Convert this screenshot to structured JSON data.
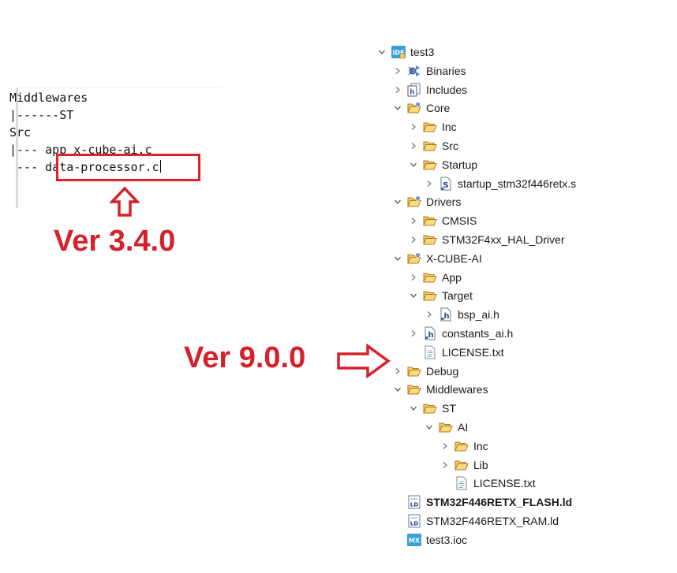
{
  "code_snippet": {
    "lines": [
      "Middlewares",
      "|------ST",
      "Src",
      "|--- app x-cube-ai.c",
      " --- data-processor.c"
    ],
    "line5_prefix": " --- ",
    "line5_highlight": "data-processor.c"
  },
  "annotations": {
    "left_version": "Ver 3.4.0",
    "right_version": "Ver 9.0.0",
    "accent_color": "#d6202a"
  },
  "tree": [
    {
      "label": "test3",
      "icon": "ide-project-icon",
      "chevron": "down"
    },
    {
      "label": "Binaries",
      "icon": "binaries-icon",
      "chevron": "right"
    },
    {
      "label": "Includes",
      "icon": "includes-icon",
      "chevron": "right"
    },
    {
      "label": "Core",
      "icon": "source-folder-icon",
      "chevron": "down"
    },
    {
      "label": "Inc",
      "icon": "folder-icon",
      "chevron": "right"
    },
    {
      "label": "Src",
      "icon": "folder-icon",
      "chevron": "right"
    },
    {
      "label": "Startup",
      "icon": "folder-icon",
      "chevron": "down"
    },
    {
      "label": "startup_stm32f446retx.s",
      "icon": "asm-file-icon",
      "chevron": "right"
    },
    {
      "label": "Drivers",
      "icon": "source-folder-icon",
      "chevron": "down"
    },
    {
      "label": "CMSIS",
      "icon": "folder-icon",
      "chevron": "right"
    },
    {
      "label": "STM32F4xx_HAL_Driver",
      "icon": "folder-icon",
      "chevron": "right"
    },
    {
      "label": "X-CUBE-AI",
      "icon": "source-folder-icon",
      "chevron": "down"
    },
    {
      "label": "App",
      "icon": "folder-icon",
      "chevron": "right"
    },
    {
      "label": "Target",
      "icon": "folder-icon",
      "chevron": "down"
    },
    {
      "label": "bsp_ai.h",
      "icon": "header-file-icon",
      "chevron": "right"
    },
    {
      "label": "constants_ai.h",
      "icon": "header-file-icon",
      "chevron": "right"
    },
    {
      "label": "LICENSE.txt",
      "icon": "text-file-icon",
      "chevron": "none"
    },
    {
      "label": "Debug",
      "icon": "folder-icon",
      "chevron": "right"
    },
    {
      "label": "Middlewares",
      "icon": "folder-icon",
      "chevron": "down"
    },
    {
      "label": "ST",
      "icon": "folder-icon",
      "chevron": "down"
    },
    {
      "label": "AI",
      "icon": "folder-icon",
      "chevron": "down"
    },
    {
      "label": "Inc",
      "icon": "folder-icon",
      "chevron": "right"
    },
    {
      "label": "Lib",
      "icon": "folder-icon",
      "chevron": "right"
    },
    {
      "label": "LICENSE.txt",
      "icon": "text-file-icon",
      "chevron": "none"
    },
    {
      "label": "STM32F446RETX_FLASH.ld",
      "icon": "linker-file-icon",
      "chevron": "none"
    },
    {
      "label": "STM32F446RETX_RAM.ld",
      "icon": "linker-file-icon",
      "chevron": "none"
    },
    {
      "label": "test3.ioc",
      "icon": "mx-file-icon",
      "chevron": "none"
    }
  ]
}
